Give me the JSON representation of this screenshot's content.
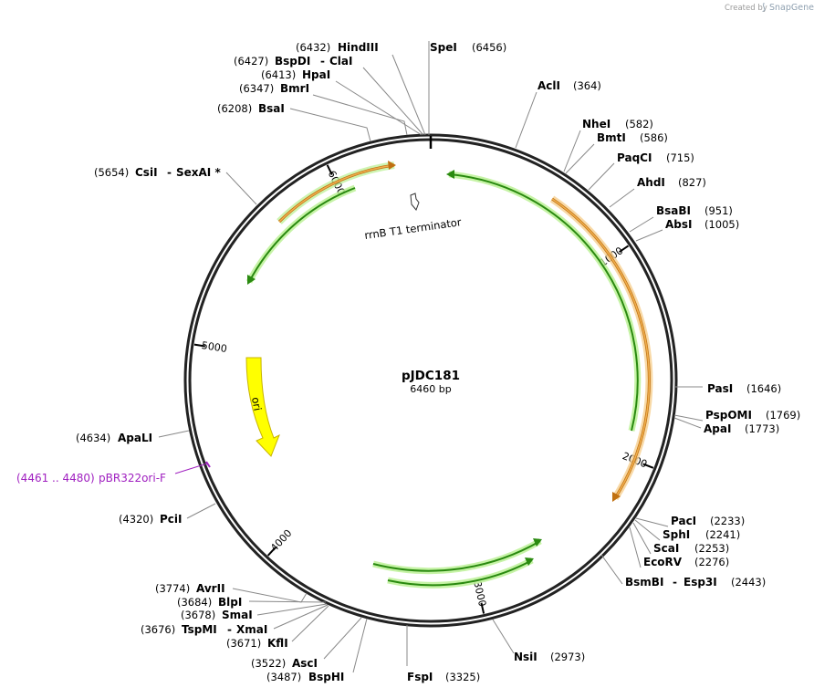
{
  "credit": {
    "prefix": "Created by",
    "brand": "SnapGene"
  },
  "plasmid": {
    "name": "pJDC181",
    "length_text": "6460 bp",
    "total": 6460
  },
  "ticks": [
    {
      "label": "1000",
      "pos": 1000
    },
    {
      "label": "2000",
      "pos": 2000
    },
    {
      "label": "3000",
      "pos": 3000
    },
    {
      "label": "4000",
      "pos": 4000
    },
    {
      "label": "5000",
      "pos": 5000
    },
    {
      "label": "6000",
      "pos": 6000
    }
  ],
  "sites": [
    {
      "name": "SpeI",
      "pos_text": "(6456)",
      "pos": 6456
    },
    {
      "name": "HindIII",
      "pos_text": "(6432)",
      "pos": 6432
    },
    {
      "name": "BspDI",
      "name2": "ClaI",
      "pos_text": "(6427)",
      "pos": 6427
    },
    {
      "name": "HpaI",
      "pos_text": "(6413)",
      "pos": 6413
    },
    {
      "name": "BmrI",
      "pos_text": "(6347)",
      "pos": 6347
    },
    {
      "name": "BsaI",
      "pos_text": "(6208)",
      "pos": 6208
    },
    {
      "name": "CsiI",
      "name2": "SexAI *",
      "pos_text": "(5654)",
      "pos": 5654
    },
    {
      "name": "AclI",
      "pos_text": "(364)",
      "pos": 364
    },
    {
      "name": "NheI",
      "pos_text": "(582)",
      "pos": 582
    },
    {
      "name": "BmtI",
      "pos_text": "(586)",
      "pos": 586
    },
    {
      "name": "PaqCI",
      "pos_text": "(715)",
      "pos": 715
    },
    {
      "name": "AhdI",
      "pos_text": "(827)",
      "pos": 827
    },
    {
      "name": "BsaBI",
      "pos_text": "(951)",
      "pos": 951
    },
    {
      "name": "AbsI",
      "pos_text": "(1005)",
      "pos": 1005
    },
    {
      "name": "PasI",
      "pos_text": "(1646)",
      "pos": 1646
    },
    {
      "name": "PspOMI",
      "pos_text": "(1769)",
      "pos": 1769
    },
    {
      "name": "ApaI",
      "pos_text": "(1773)",
      "pos": 1773
    },
    {
      "name": "PacI",
      "pos_text": "(2233)",
      "pos": 2233
    },
    {
      "name": "SphI",
      "pos_text": "(2241)",
      "pos": 2241
    },
    {
      "name": "ScaI",
      "pos_text": "(2253)",
      "pos": 2253
    },
    {
      "name": "EcoRV",
      "pos_text": "(2276)",
      "pos": 2276
    },
    {
      "name": "BsmBI",
      "name2": "Esp3I",
      "pos_text": "(2443)",
      "pos": 2443
    },
    {
      "name": "NsiI",
      "pos_text": "(2973)",
      "pos": 2973
    },
    {
      "name": "FspI",
      "pos_text": "(3325)",
      "pos": 3325
    },
    {
      "name": "BspHI",
      "pos_text": "(3487)",
      "pos": 3487
    },
    {
      "name": "AscI",
      "pos_text": "(3522)",
      "pos": 3522
    },
    {
      "name": "KflI",
      "pos_text": "(3671)",
      "pos": 3671
    },
    {
      "name": "TspMI",
      "name2": "XmaI",
      "pos_text": "(3676)",
      "pos": 3676
    },
    {
      "name": "SmaI",
      "pos_text": "(3678)",
      "pos": 3678
    },
    {
      "name": "BlpI",
      "pos_text": "(3684)",
      "pos": 3684
    },
    {
      "name": "AvrII",
      "pos_text": "(3774)",
      "pos": 3774
    },
    {
      "name": "PciI",
      "pos_text": "(4320)",
      "pos": 4320
    },
    {
      "name": "ApaLI",
      "pos_text": "(4634)",
      "pos": 4634
    }
  ],
  "features": {
    "terminator": {
      "label": "rrnB T1 terminator"
    },
    "ori": {
      "label": "ori",
      "color": "#ffff00",
      "stroke": "#c8b400"
    },
    "orange_color": "#f0a030",
    "green_color": "#2a8a10",
    "glow_color": "#b8f090"
  },
  "primer": {
    "range_text": "(4461 .. 4480)",
    "name": "pBR322ori-F",
    "color": "#a020c0"
  }
}
